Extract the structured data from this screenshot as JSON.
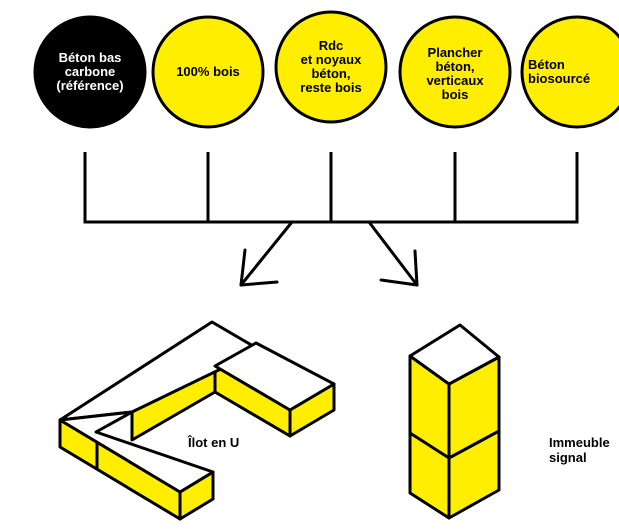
{
  "colors": {
    "yellow": "#FFEE00",
    "black": "#000000",
    "white": "#FFFFFF"
  },
  "options": [
    {
      "label": "Béton bas\ncarbone\n(référence)",
      "fill": "black"
    },
    {
      "label": "100% bois",
      "fill": "yellow"
    },
    {
      "label": "Rdc\net noyaux\nbéton,\nreste bois",
      "fill": "yellow"
    },
    {
      "label": "Plancher\nbéton,\nverticaux\nbois",
      "fill": "yellow"
    },
    {
      "label": "Béton\nbiosourcé",
      "fill": "yellow"
    }
  ],
  "buildings": {
    "ilot": {
      "label": "Îlot en U"
    },
    "signal": {
      "label": "Immeuble\nsignal"
    }
  }
}
